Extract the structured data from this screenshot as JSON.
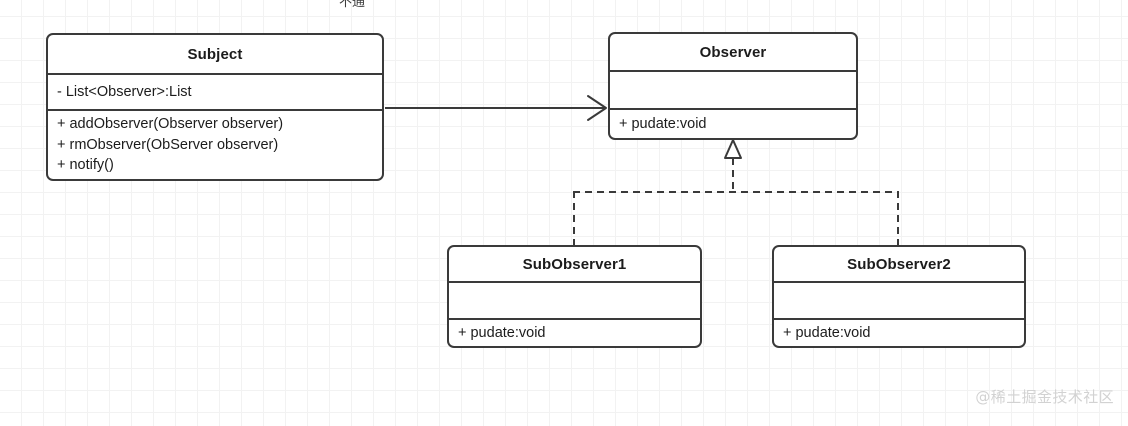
{
  "diagram": {
    "type": "uml-class-diagram",
    "title_clipped": "不通",
    "watermark": "@稀土掘金技术社区",
    "colors": {
      "stroke": "#3a3a3a",
      "box_fill": "#ffffff",
      "text": "#1c1c1c",
      "grid_minor": "#f2f2f2",
      "grid_major": "#e9e9e9",
      "watermark": "#d2d2d2"
    },
    "classes": [
      {
        "id": "subject",
        "name": "Subject",
        "attributes": [
          "- List<Observer>:List"
        ],
        "methods": [
          "+ addObserver(Observer observer)",
          "+ rmObserver(ObServer observer)",
          "+ notify()"
        ]
      },
      {
        "id": "observer",
        "name": "Observer",
        "attributes": [],
        "methods": [
          "+ pudate:void"
        ]
      },
      {
        "id": "subobserver1",
        "name": "SubObserver1",
        "attributes": [],
        "methods": [
          "+ pudate:void"
        ]
      },
      {
        "id": "subobserver2",
        "name": "SubObserver2",
        "attributes": [],
        "methods": [
          "+ pudate:void"
        ]
      }
    ],
    "relationships": [
      {
        "id": "subject-observer",
        "kind": "association",
        "line": "solid",
        "arrowhead": "open",
        "from": "Subject",
        "to": "Observer",
        "label": ""
      },
      {
        "id": "subobserver1-observer",
        "kind": "realization",
        "line": "dashed",
        "arrowhead": "hollow-triangle",
        "from": "SubObserver1",
        "to": "Observer",
        "label": ""
      },
      {
        "id": "subobserver2-observer",
        "kind": "realization",
        "line": "dashed",
        "arrowhead": "hollow-triangle",
        "from": "SubObserver2",
        "to": "Observer",
        "label": ""
      }
    ]
  }
}
